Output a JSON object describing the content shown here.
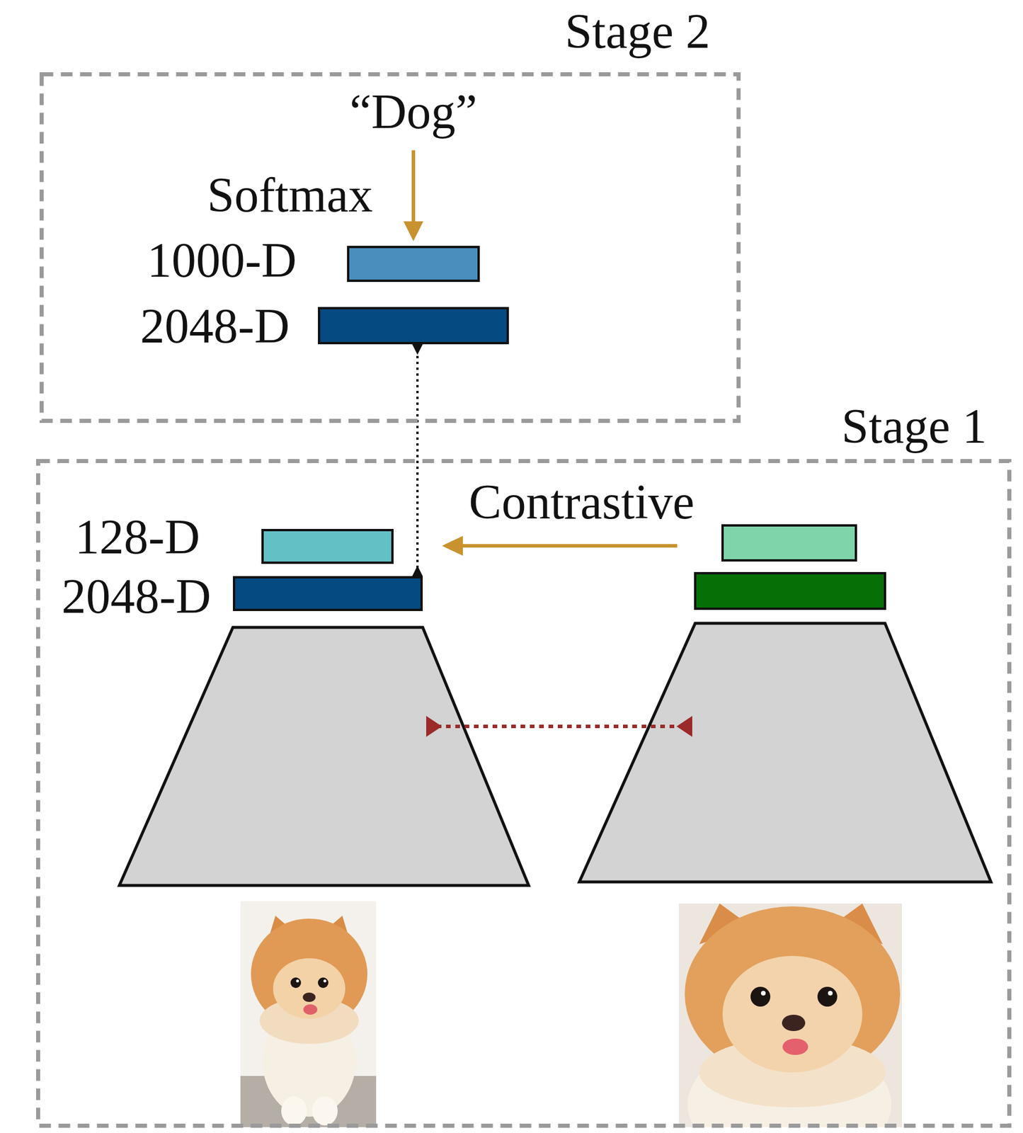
{
  "diagram": {
    "nodes": [
      {
        "text": [
          "Stage 2"
        ]
      },
      {
        "text": [
          "1000-D"
        ],
        "in": 0
      },
      {
        "text": [
          "2048-D"
        ],
        "in": 0
      },
      {
        "text": [
          "Stage 1"
        ]
      },
      {
        "text": [
          "128-D"
        ],
        "in": 3
      },
      {
        "text": [
          "2048-D"
        ],
        "in": 3
      }
    ],
    "edges": [
      {
        "from": 2,
        "to": 5,
        "arrow": "both"
      }
    ],
    "labels": [
      "“Dog”",
      "Softmax",
      "Contrastive"
    ]
  }
}
